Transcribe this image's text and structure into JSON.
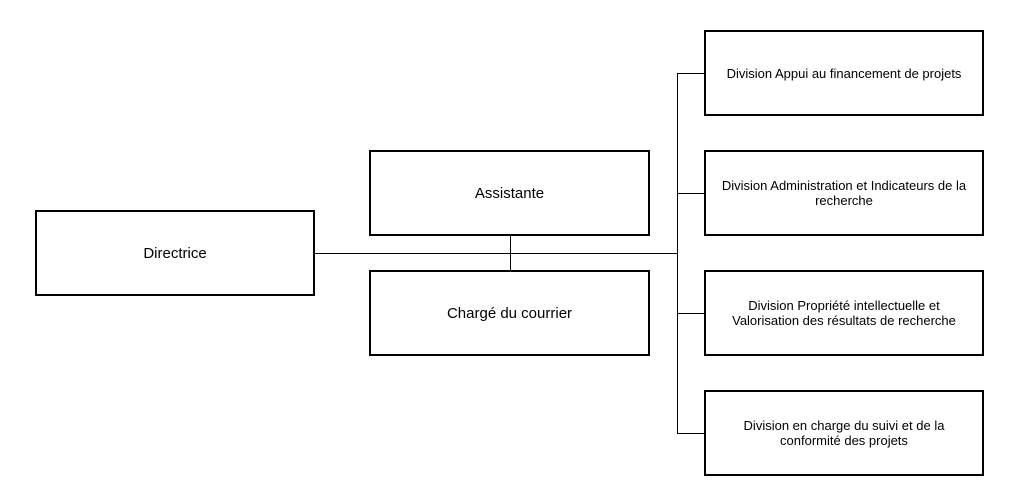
{
  "org_chart": {
    "director": "Directrice",
    "assistant": "Assistante",
    "mail_officer": "Chargé du courrier",
    "divisions": [
      "Division Appui  au financement de projets",
      "Division Administration et Indicateurs de la\nrecherche",
      "Division Propriété intellectuelle et\nValorisation des résultats de recherche",
      "Division en charge du suivi et de la\nconformité des projets"
    ]
  },
  "colors": {
    "line": "#000000",
    "box_border": "#000000",
    "background": "#ffffff"
  }
}
